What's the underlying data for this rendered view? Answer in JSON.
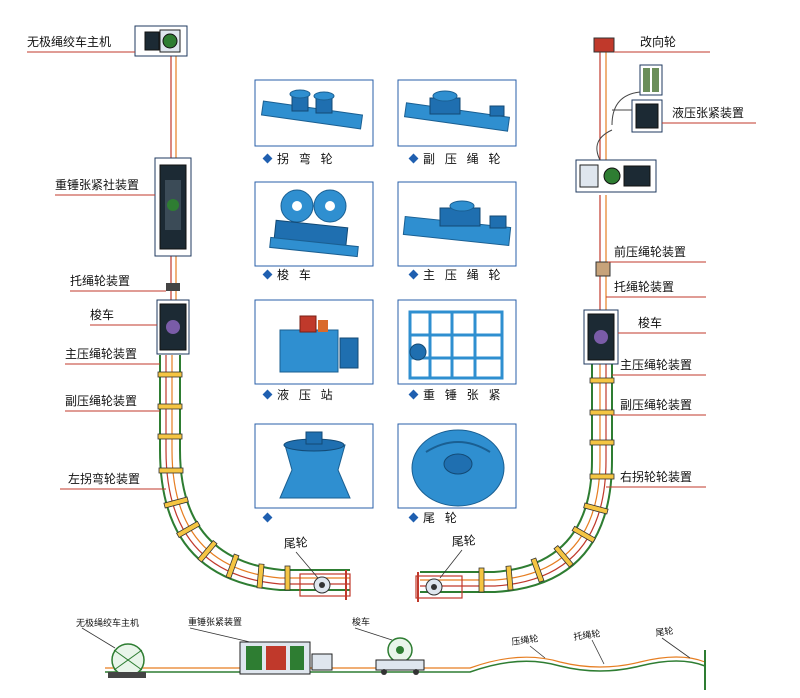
{
  "colors": {
    "leader": "#c0392b",
    "rail_green": "#2e7d32",
    "rope_orange": "#e67e22",
    "equipment_blue": "#2f8fd0",
    "frame_blue": "#2a5fa8"
  },
  "left_labels": {
    "main_machine": "无极绳绞车主机",
    "counterweight": "重锤张紧社装置",
    "rope_support": "托绳轮装置",
    "shuttle": "梭车",
    "main_press": "主压绳轮装置",
    "aux_press": "副压绳轮装置",
    "left_bend": "左拐弯轮装置",
    "tail": "尾轮"
  },
  "right_labels": {
    "redirect": "改向轮",
    "hydraulic_tension": "液压张紧装置",
    "front_press": "前压绳轮装置",
    "rope_support": "托绳轮装置",
    "shuttle": "梭车",
    "main_press": "主压绳轮装置",
    "aux_press": "副压绳轮装置",
    "right_bend": "右拐轮轮装置",
    "tail": "尾轮"
  },
  "photos": [
    {
      "caption": "拐 弯 轮",
      "icon": "bend-wheel"
    },
    {
      "caption": "副 压 绳 轮",
      "icon": "aux-press-wheel"
    },
    {
      "caption": "梭 车",
      "icon": "shuttle-car"
    },
    {
      "caption": "主 压 绳 轮",
      "icon": "main-press-wheel"
    },
    {
      "caption": "液 压 站",
      "icon": "hydraulic-station"
    },
    {
      "caption": "重 锤 张 紧",
      "icon": "counterweight-tension"
    },
    {
      "caption": "",
      "icon": "rope-wheel"
    },
    {
      "caption": "尾 轮",
      "icon": "tail-wheel"
    }
  ],
  "bottom_labels": {
    "main_machine": "无极绳绞车主机",
    "counterweight": "重锤张紧装置",
    "shuttle": "梭车",
    "press": "压绳轮",
    "support": "托绳轮",
    "tail": "尾轮"
  }
}
